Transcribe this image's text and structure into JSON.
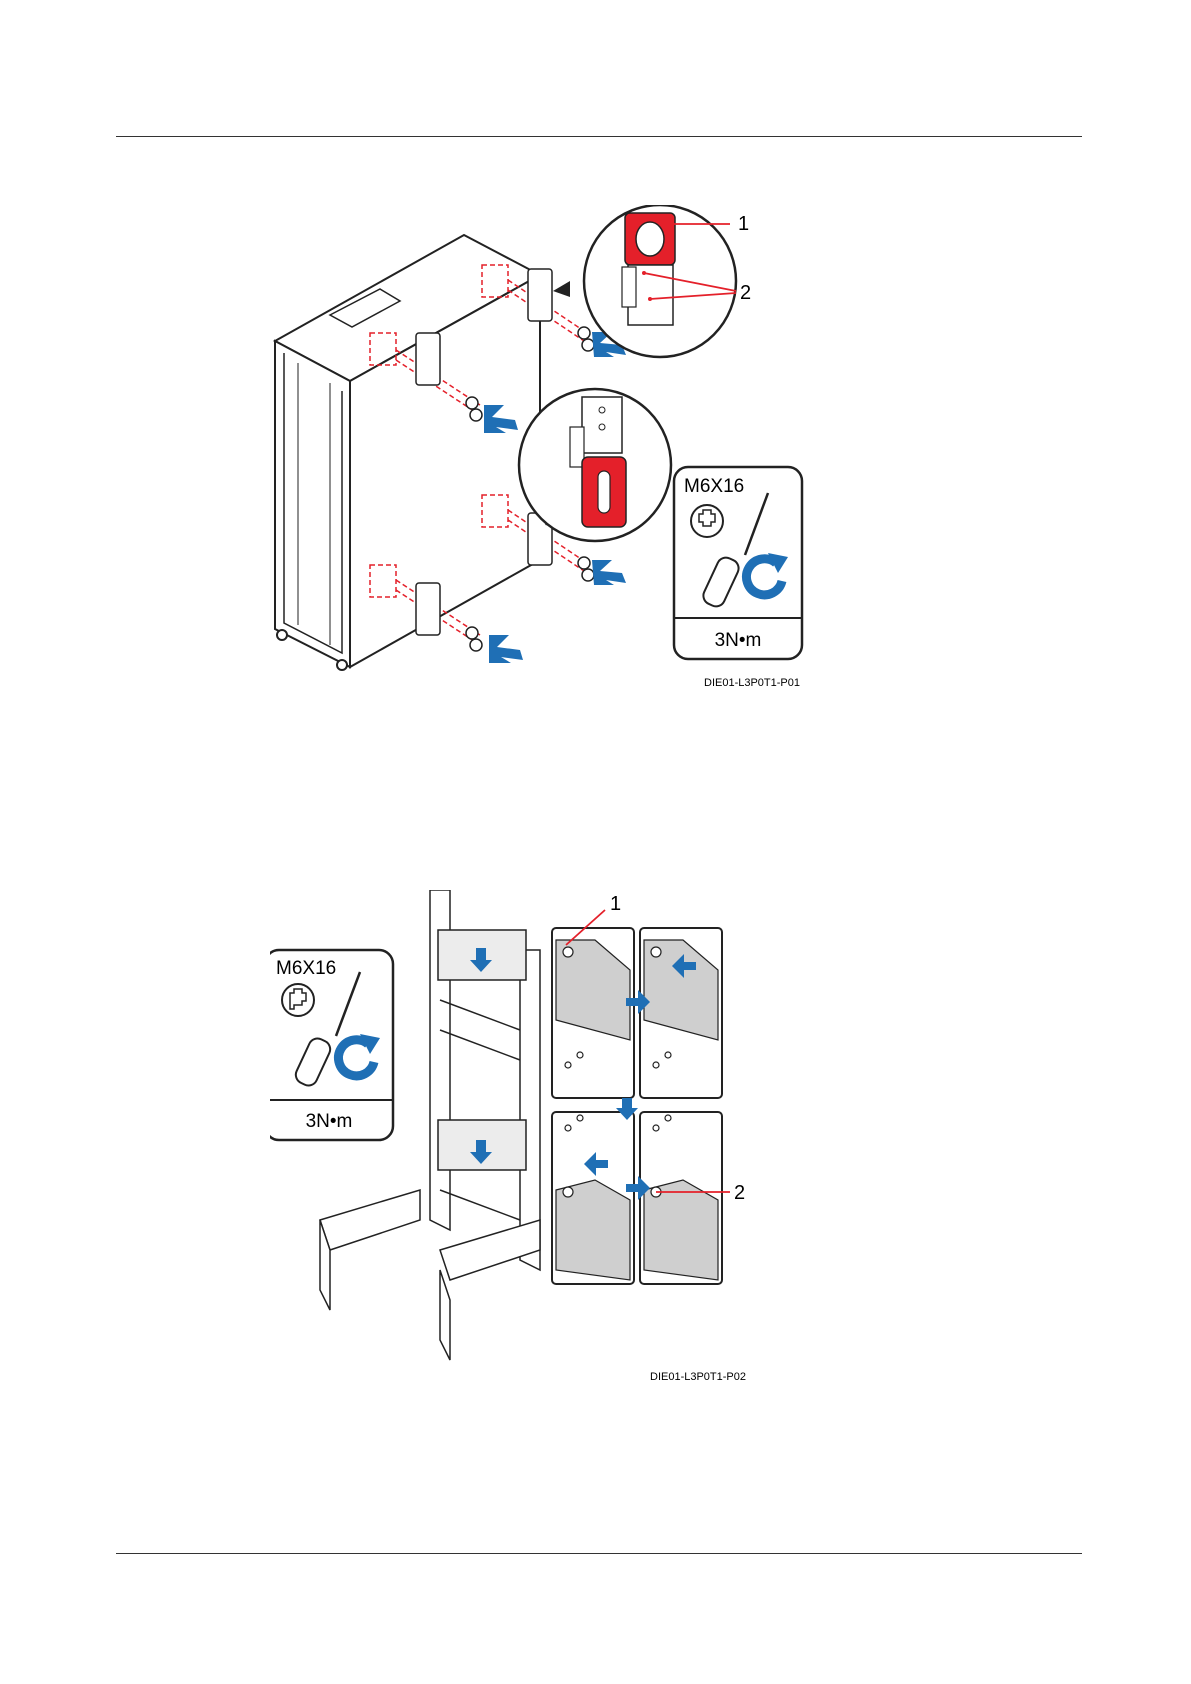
{
  "figure1": {
    "callout_1": "1",
    "callout_2": "2",
    "screw_spec": "M6X16",
    "torque": "3N•m",
    "figure_id": "DIE01-L3P0T1-P01"
  },
  "figure2": {
    "callout_1": "1",
    "callout_2": "2",
    "screw_spec": "M6X16",
    "torque": "3N•m",
    "figure_id": "DIE01-L3P0T1-P02"
  },
  "colors": {
    "arrow": "#1f6fb5",
    "highlight": "#e4202a",
    "line": "#222222"
  }
}
